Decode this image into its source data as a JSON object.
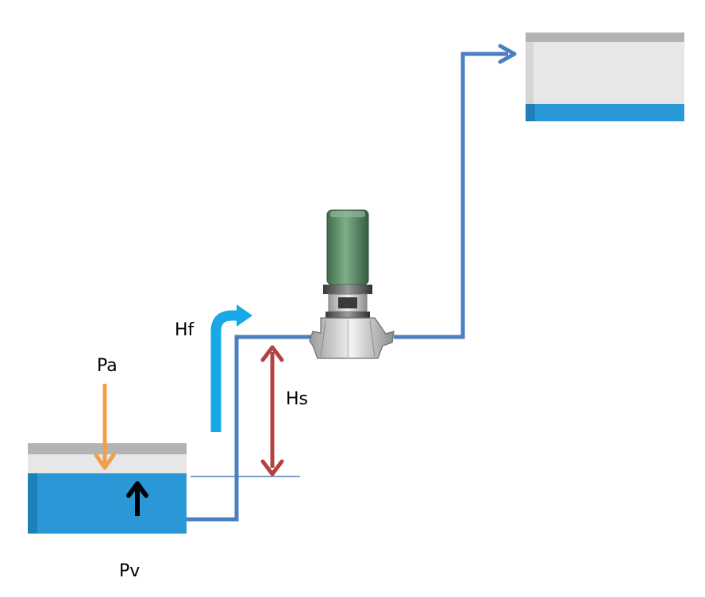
{
  "labels": {
    "pa": "Pa",
    "hf": "Hf",
    "hs": "Hs",
    "pv": "Pv"
  },
  "colors": {
    "pipe": "#4a7fc1",
    "water": "#2a97d6",
    "water_side": "#1f7fb9",
    "tank_air": "#e7e7e7",
    "tank_rim": "#b3b3b3",
    "pa_arrow": "#f0a04b",
    "hs_arrow": "#b34341",
    "hf_arrow": "#16a8e7",
    "pump_motor": "#5b8a67",
    "pump_body": "#c9c9c9"
  },
  "icons": {
    "pump": "centrifugal-pump-icon",
    "pv_arrow": "arrow-up-icon"
  }
}
